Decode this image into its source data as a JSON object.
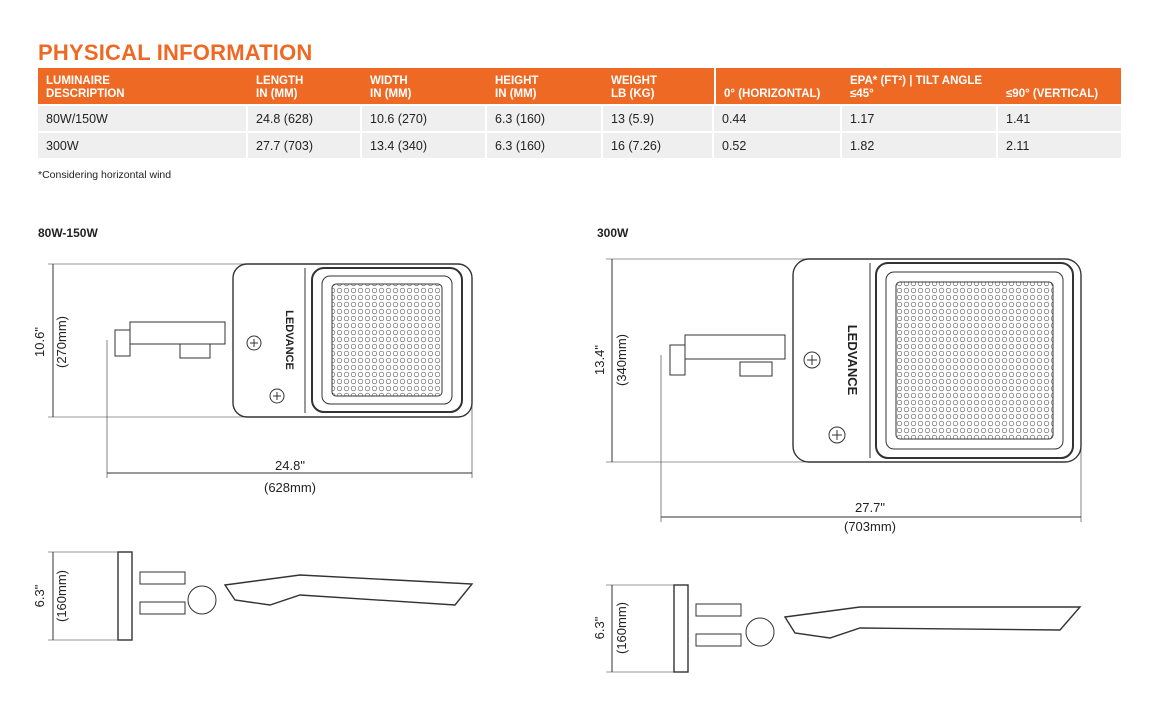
{
  "title": "PHYSICAL INFORMATION",
  "table": {
    "headers": {
      "description": [
        "LUMINAIRE",
        "DESCRIPTION"
      ],
      "length": [
        "LENGTH",
        "IN (MM)"
      ],
      "width": [
        "WIDTH",
        "IN (MM)"
      ],
      "height": [
        "HEIGHT",
        "IN (MM)"
      ],
      "weight": [
        "WEIGHT",
        "LB (KG)"
      ],
      "epa_group": "EPA* (FT²) | TILT ANGLE",
      "epa_0": "0° (HORIZONTAL)",
      "epa_45": "≤45°",
      "epa_90": "≤90° (VERTICAL)"
    },
    "rows": [
      [
        "80W/150W",
        "24.8 (628)",
        "10.6 (270)",
        "6.3 (160)",
        "13 (5.9)",
        "0.44",
        "1.17",
        "1.41"
      ],
      [
        "300W",
        "27.7 (703)",
        "13.4 (340)",
        "6.3 (160)",
        "16 (7.26)",
        "0.52",
        "1.82",
        "2.11"
      ]
    ]
  },
  "note": "*Considering horizontal wind",
  "drawings": {
    "small": {
      "label": "80W-150W",
      "width_in": "10.6\"",
      "width_mm": "(270mm)",
      "length_in": "24.8\"",
      "length_mm": "(628mm)",
      "height_in": "6.3\"",
      "height_mm": "(160mm)"
    },
    "large": {
      "label": "300W",
      "width_in": "13.4\"",
      "width_mm": "(340mm)",
      "length_in": "27.7\"",
      "length_mm": "(703mm)",
      "height_in": "6.3\"",
      "height_mm": "(160mm)"
    }
  },
  "logo": "LEDVANCE",
  "colors": {
    "accent": "#ee6a24",
    "row_bg": "#efefef"
  }
}
